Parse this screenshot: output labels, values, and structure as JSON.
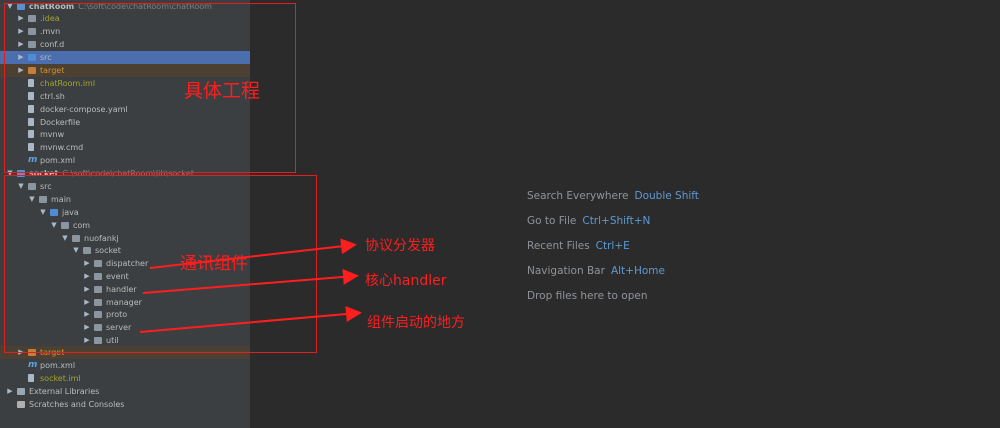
{
  "project_tree": {
    "rows": [
      {
        "label": "chatRoom",
        "path": "C:\\soft\\code\\chatRoom\\chatRoom",
        "kind": "module",
        "expanded": true,
        "bold": true
      },
      {
        "label": ".idea",
        "kind": "folder-idea",
        "expanded": false,
        "color": "olive"
      },
      {
        "label": ".mvn",
        "kind": "folder",
        "expanded": false
      },
      {
        "label": "conf.d",
        "kind": "folder",
        "expanded": false
      },
      {
        "label": "src",
        "kind": "folder-src",
        "expanded": false,
        "selected": true
      },
      {
        "label": "target",
        "kind": "folder-orange",
        "expanded": false,
        "excluded": true,
        "color": "orange"
      },
      {
        "label": "chatRoom.iml",
        "kind": "file",
        "color": "olive"
      },
      {
        "label": "ctrl.sh",
        "kind": "file"
      },
      {
        "label": "docker-compose.yaml",
        "kind": "file"
      },
      {
        "label": "Dockerfile",
        "kind": "file"
      },
      {
        "label": "mvnw",
        "kind": "file"
      },
      {
        "label": "mvnw.cmd",
        "kind": "file"
      },
      {
        "label": "pom.xml",
        "kind": "maven"
      },
      {
        "label": "socket",
        "path": "C:\\soft\\code\\chatRoom\\lib\\socket",
        "kind": "module",
        "expanded": true,
        "bold": true
      },
      {
        "label": "src",
        "kind": "folder",
        "expanded": true
      },
      {
        "label": "main",
        "kind": "folder",
        "expanded": true
      },
      {
        "label": "java",
        "kind": "folder-src",
        "expanded": true
      },
      {
        "label": "com",
        "kind": "pkg",
        "expanded": true
      },
      {
        "label": "nuofankj",
        "kind": "pkg",
        "expanded": true
      },
      {
        "label": "socket",
        "kind": "pkg",
        "expanded": true
      },
      {
        "label": "dispatcher",
        "kind": "pkg",
        "expanded": false
      },
      {
        "label": "event",
        "kind": "pkg",
        "expanded": false
      },
      {
        "label": "handler",
        "kind": "pkg",
        "expanded": false
      },
      {
        "label": "manager",
        "kind": "pkg",
        "expanded": false
      },
      {
        "label": "proto",
        "kind": "pkg",
        "expanded": false
      },
      {
        "label": "server",
        "kind": "pkg",
        "expanded": false
      },
      {
        "label": "util",
        "kind": "pkg",
        "expanded": false
      },
      {
        "label": "target",
        "kind": "folder-orange",
        "expanded": false,
        "excluded": true,
        "color": "orange"
      },
      {
        "label": "pom.xml",
        "kind": "maven"
      },
      {
        "label": "socket.iml",
        "kind": "file",
        "color": "olive"
      },
      {
        "label": "External Libraries",
        "kind": "libs",
        "expanded": false
      },
      {
        "label": "Scratches and Consoles",
        "kind": "scratch"
      }
    ]
  },
  "annotations": {
    "project_label": "具体工程",
    "dispatcher_label": "协议分发器",
    "component_label": "通讯组件",
    "handler_label": "核心handler",
    "server_label": "组件启动的地方",
    "color": "#ff1e1e"
  },
  "editor_tips": [
    {
      "label": "Search Everywhere",
      "key": "Double Shift"
    },
    {
      "label": "Go to File",
      "key": "Ctrl+Shift+N"
    },
    {
      "label": "Recent Files",
      "key": "Ctrl+E"
    },
    {
      "label": "Navigation Bar",
      "key": "Alt+Home"
    },
    {
      "label": "Drop files here to open",
      "key": ""
    }
  ]
}
